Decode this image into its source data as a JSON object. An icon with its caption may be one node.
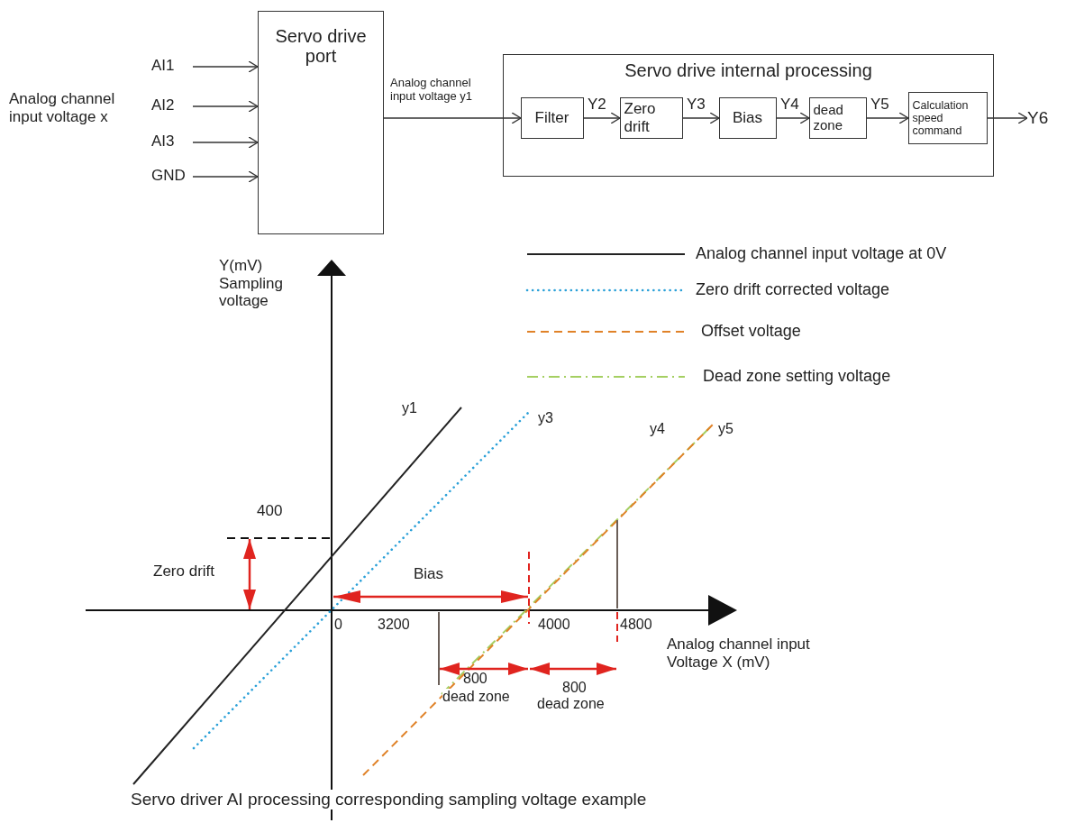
{
  "diagram": {
    "caption": "Servo driver AI processing corresponding sampling voltage example",
    "nodes": [
      {
        "text": [
          "Servo drive port"
        ]
      },
      {
        "text": [
          "AI1"
        ]
      },
      {
        "text": [
          "AI2"
        ]
      },
      {
        "text": [
          "AI3"
        ]
      },
      {
        "text": [
          "GND"
        ]
      },
      {
        "text": [
          "Servo drive internal processing"
        ]
      },
      {
        "text": [
          "Filter"
        ],
        "in": 5
      },
      {
        "text": [
          "Zero drift"
        ],
        "in": 5
      },
      {
        "text": [
          "Bias"
        ],
        "in": 5
      },
      {
        "text": [
          "dead zone"
        ],
        "in": 5
      },
      {
        "text": [
          "Calculation speed command"
        ],
        "in": 5
      },
      {
        "text": [
          "Y6"
        ]
      }
    ],
    "edges": [
      {
        "from": 1,
        "to": 0,
        "arrow": "to"
      },
      {
        "from": 2,
        "to": 0,
        "arrow": "to"
      },
      {
        "from": 3,
        "to": 0,
        "arrow": "to"
      },
      {
        "from": 4,
        "to": 0,
        "arrow": "to"
      },
      {
        "from": 0,
        "to": 6,
        "arrow": "to",
        "label": "Analog channel input voltage y1"
      },
      {
        "from": 6,
        "to": 7,
        "arrow": "to",
        "label": "Y2"
      },
      {
        "from": 7,
        "to": 8,
        "arrow": "to",
        "label": "Y3"
      },
      {
        "from": 8,
        "to": 9,
        "arrow": "to",
        "label": "Y4"
      },
      {
        "from": 9,
        "to": 10,
        "arrow": "to",
        "label": "Y5"
      },
      {
        "from": 10,
        "to": 11,
        "arrow": "to"
      }
    ],
    "labels": [
      "Analog channel input voltage x",
      "Y(mV) Sampling voltage",
      "y1",
      "y3",
      "y4",
      "y5",
      "400",
      "Zero drift",
      "Bias",
      "0",
      "3200",
      "4000",
      "4800",
      "Analog channel input Voltage X (mV)",
      "800",
      "dead zone",
      "800",
      "dead zone"
    ],
    "legend": [
      {
        "text": "Analog channel input voltage at 0V"
      },
      {
        "text": "Zero drift corrected voltage"
      },
      {
        "text": "Offset voltage"
      },
      {
        "text": "Dead zone setting voltage"
      }
    ]
  }
}
